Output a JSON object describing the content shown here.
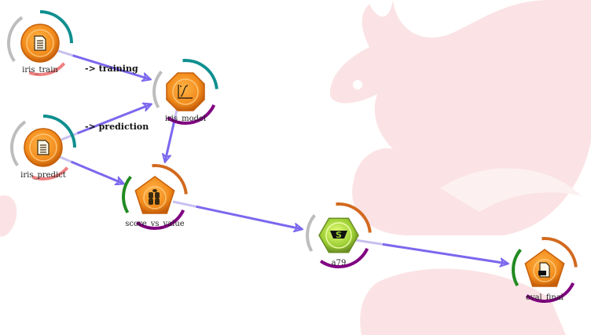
{
  "colors": {
    "edge": "#7b68ee",
    "edge_tail": "#c8c0f0",
    "ring_grey": "#bdbdbd",
    "ring_teal": "#0f8f8f",
    "ring_salmon": "#f08080",
    "ring_purple": "#800080",
    "ring_orange": "#d2691e",
    "ring_green": "#228b22",
    "node_orange": "#f28c1c",
    "node_orange_dark": "#c65f0a",
    "node_green": "#9acd32",
    "node_green_dark": "#6b8e23",
    "watermark": "#fbe3e5"
  },
  "nodes": [
    {
      "id": "iris_train",
      "label": "iris_train",
      "icon": "document-icon",
      "shape": "circle",
      "color": "orange"
    },
    {
      "id": "iris_predict",
      "label": "iris_predict",
      "icon": "document-icon",
      "shape": "circle",
      "color": "orange"
    },
    {
      "id": "iris_model",
      "label": "iris_model",
      "icon": "model-chart-icon",
      "shape": "octagon",
      "color": "orange"
    },
    {
      "id": "score_vs_value",
      "label": "score_vs_value",
      "icon": "database-stack-icon",
      "shape": "pentagon",
      "color": "orange"
    },
    {
      "id": "a79",
      "label": "a79",
      "icon": "script-s-icon",
      "shape": "hexagon",
      "color": "green"
    },
    {
      "id": "eval_final",
      "label": "eval_final",
      "icon": "file-icon",
      "shape": "pentagon",
      "color": "orange"
    }
  ],
  "edges": [
    {
      "from": "iris_train",
      "to": "iris_model",
      "label": "-> training"
    },
    {
      "from": "iris_predict",
      "to": "iris_model",
      "label": "-> prediction"
    },
    {
      "from": "iris_model",
      "to": "score_vs_value",
      "label": ""
    },
    {
      "from": "iris_predict",
      "to": "score_vs_value",
      "label": ""
    },
    {
      "from": "score_vs_value",
      "to": "a79",
      "label": ""
    },
    {
      "from": "a79",
      "to": "eval_final",
      "label": ""
    }
  ],
  "watermark": {
    "icon": "squirrel-logo-icon"
  }
}
